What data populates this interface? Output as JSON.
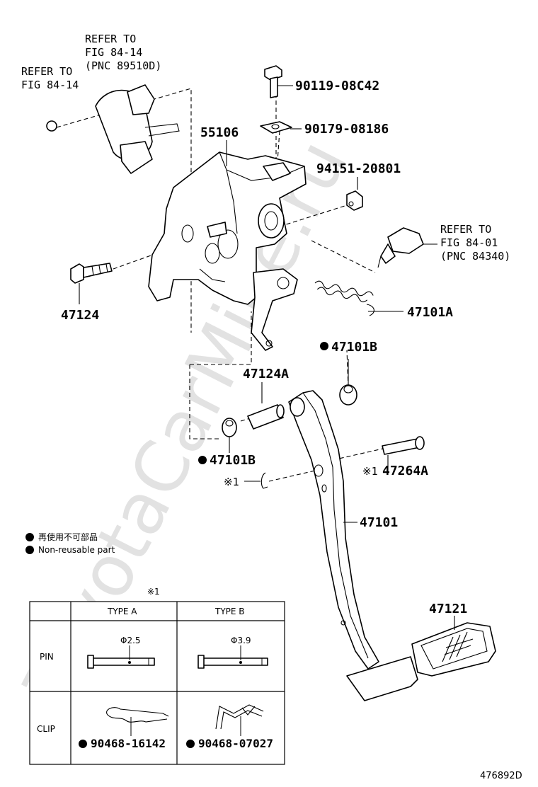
{
  "watermark": "ToyotaCarMine.ru",
  "refs": {
    "ref_upper": [
      "REFER TO",
      "FIG 84-14",
      "(PNC 89510D)"
    ],
    "ref_left": [
      "REFER TO",
      "FIG 84-14"
    ],
    "ref_right": [
      "REFER TO",
      "FIG 84-01",
      "(PNC 84340)"
    ]
  },
  "parts": {
    "bolt_top": "90119-08C42",
    "plate_nut": "90179-08186",
    "bracket": "55106",
    "cushion": "94151-20801",
    "bolt_left": "47124",
    "spring": "47101A",
    "bushing_right": "47101B",
    "collar": "47124A",
    "bushing_left": "47101B",
    "pin": "47264A",
    "pin_mark": "※1",
    "clip_mark": "※1",
    "pedal": "47101",
    "pad": "47121"
  },
  "legend": {
    "jp": "再使用不可部品",
    "en": "Non-reusable part"
  },
  "table": {
    "note": "※1",
    "type_a": "TYPE A",
    "type_b": "TYPE B",
    "row_pin": "PIN",
    "row_clip": "CLIP",
    "dia_a": "Φ2.5",
    "dia_b": "Φ3.9",
    "clip_a": "90468-16142",
    "clip_b": "90468-07027"
  },
  "figure_id": "476892D"
}
